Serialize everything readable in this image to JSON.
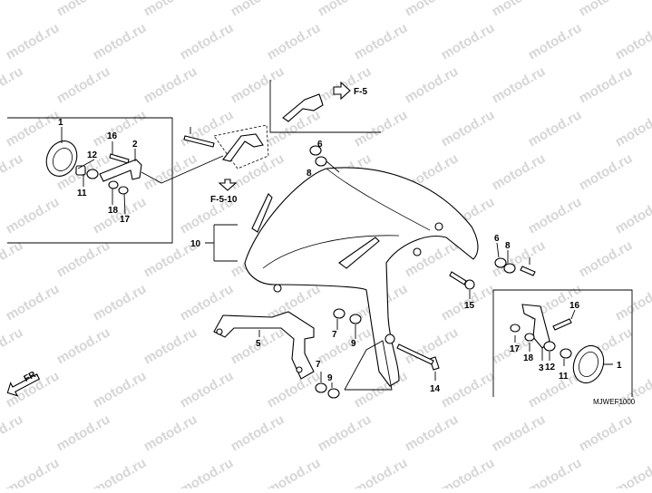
{
  "watermark": "motod.ru",
  "diagram_code": "MJWEF1000",
  "front_marker": "FR.",
  "references": {
    "f5": "F-5",
    "f510": "F-5-10"
  },
  "callouts": {
    "c1_left": "1",
    "c16_left": "16",
    "c2": "2",
    "c12_left": "12",
    "c11_left": "11",
    "c18_left": "18",
    "c17_left": "17",
    "c6_top": "6",
    "c8_top": "8",
    "c10": "10",
    "c5": "5",
    "c7_mid": "7",
    "c9_mid": "9",
    "c7_low": "7",
    "c9_low": "9",
    "c6_right": "6",
    "c8_right": "8",
    "c15": "15",
    "c14": "14",
    "c16_right": "16",
    "c17_right": "17",
    "c18_right": "18",
    "c3": "3",
    "c12_right": "12",
    "c11_right": "11",
    "c1_right": "1"
  }
}
